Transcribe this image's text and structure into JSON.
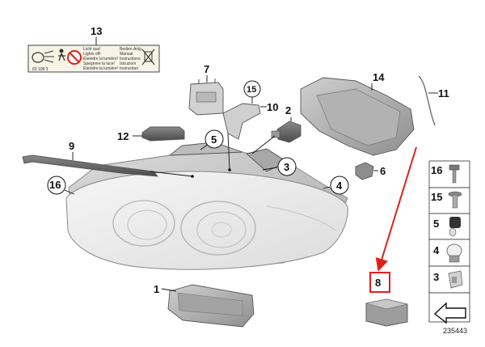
{
  "diagram": {
    "reference_number": "235443",
    "callouts": {
      "c1": "1",
      "c2": "2",
      "c3": "3",
      "c4": "4",
      "c5": "5",
      "c6": "6",
      "c7": "7",
      "c8": "8",
      "c9": "9",
      "c10": "10",
      "c11": "11",
      "c12": "12",
      "c13": "13",
      "c14": "14",
      "c15": "15",
      "c16": "16"
    },
    "warning_label": {
      "lines_left": [
        "Licht aus!",
        "Lights off!",
        "Éteindre la lumière!",
        "Spegnere la luce!",
        "Eteindre la lumière!"
      ],
      "lines_right": [
        "Bedien.Anlg.",
        "Manual",
        "Instructions",
        "Istruzioni",
        "Instruction"
      ],
      "code": "63 108 3"
    },
    "legend": [
      {
        "number": "16"
      },
      {
        "number": "15"
      },
      {
        "number": "5"
      },
      {
        "number": "4"
      },
      {
        "number": "3"
      }
    ],
    "highlight_color": "#e0201b"
  }
}
